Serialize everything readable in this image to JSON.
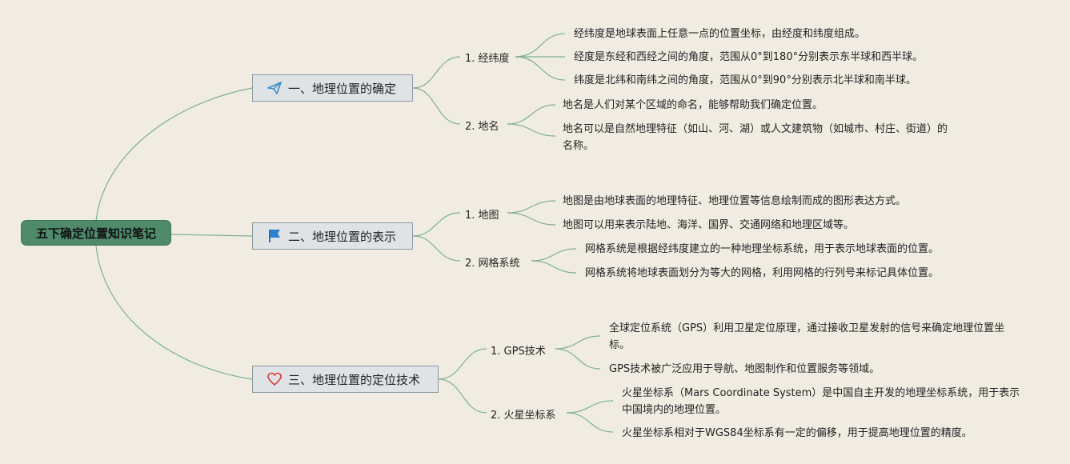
{
  "root": {
    "title": "五下确定位置知识笔记"
  },
  "branches": [
    {
      "icon": "paper-plane-icon",
      "label": "一、地理位置的确定",
      "subs": [
        {
          "label": "1. 经纬度",
          "leaves": [
            "经纬度是地球表面上任意一点的位置坐标，由经度和纬度组成。",
            "经度是东经和西经之间的角度，范围从0°到180°分别表示东半球和西半球。",
            "纬度是北纬和南纬之间的角度，范围从0°到90°分别表示北半球和南半球。"
          ]
        },
        {
          "label": "2. 地名",
          "leaves": [
            "地名是人们对某个区域的命名，能够帮助我们确定位置。",
            "地名可以是自然地理特征（如山、河、湖）或人文建筑物（如城市、村庄、街道）的名称。"
          ]
        }
      ]
    },
    {
      "icon": "flag-icon",
      "label": "二、地理位置的表示",
      "subs": [
        {
          "label": "1. 地图",
          "leaves": [
            "地图是由地球表面的地理特征、地理位置等信息绘制而成的图形表达方式。",
            "地图可以用来表示陆地、海洋、国界、交通网络和地理区域等。"
          ]
        },
        {
          "label": "2. 网格系统",
          "leaves": [
            "网格系统是根据经纬度建立的一种地理坐标系统，用于表示地球表面的位置。",
            "网格系统将地球表面划分为等大的网格，利用网格的行列号来标记具体位置。"
          ]
        }
      ]
    },
    {
      "icon": "heart-icon",
      "label": "三、地理位置的定位技术",
      "subs": [
        {
          "label": "1. GPS技术",
          "leaves": [
            "全球定位系统（GPS）利用卫星定位原理，通过接收卫星发射的信号来确定地理位置坐标。",
            "GPS技术被广泛应用于导航、地图制作和位置服务等领域。"
          ]
        },
        {
          "label": "2. 火星坐标系",
          "leaves": [
            "火星坐标系（Mars Coordinate System）是中国自主开发的地理坐标系统，用于表示中国境内的地理位置。",
            "火星坐标系相对于WGS84坐标系有一定的偏移，用于提高地理位置的精度。"
          ]
        }
      ]
    }
  ],
  "colors": {
    "background": "#f0ece2",
    "root": "#4f8a6b",
    "branch_fill": "#dfe3e5",
    "line": "#7fae98"
  }
}
